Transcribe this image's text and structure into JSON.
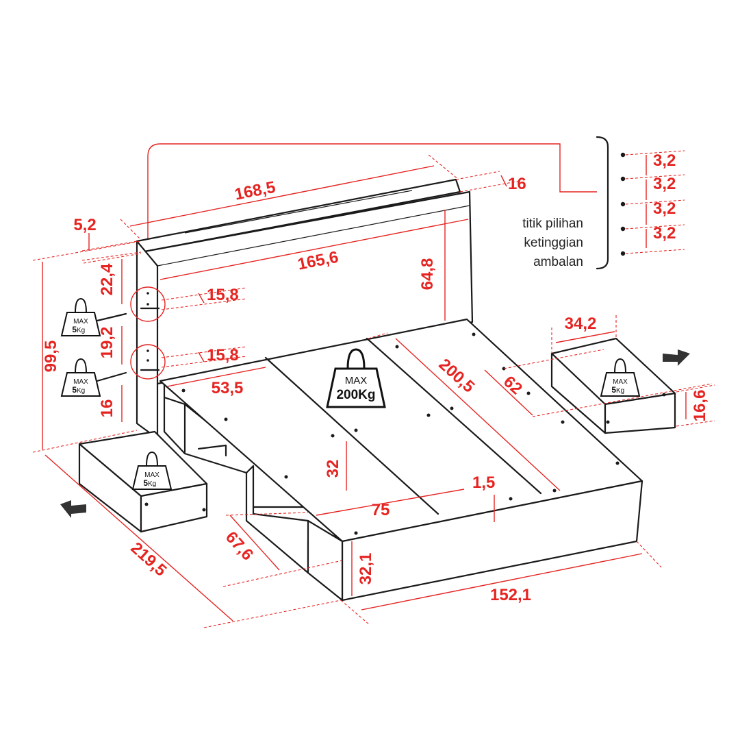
{
  "dimensions": {
    "headboard_total_width": "168,5",
    "headboard_inner_width": "165,6",
    "headboard_top_depth": "16",
    "headboard_panel_height": "64,8",
    "side_top_offset": "5,2",
    "shelf_top_height": "22,4",
    "shelf_mid_height": "19,2",
    "shelf_bottom_height": "16",
    "total_height": "99,5",
    "shelf_depth_upper": "15,8",
    "shelf_depth_lower": "15,8",
    "side_cabinet_length": "53,5",
    "bed_length": "200,5",
    "slat_offset": "62",
    "drawer_width": "34,2",
    "drawer_height": "16,6",
    "underbed_height": "32",
    "panel_gap": "1,5",
    "underbed_width": "75",
    "side_cabinet_depth": "67,6",
    "frame_height": "32,1",
    "total_length": "219,5",
    "total_width": "152,1",
    "hole_spacing": [
      "3,2",
      "3,2",
      "3,2",
      "3,2"
    ]
  },
  "notes": {
    "line1": "titik pilihan",
    "line2": "ketinggian",
    "line3": "ambalan"
  },
  "weights": {
    "max_label": "MAX",
    "small_value": "5",
    "small_unit": "Kg",
    "big_value": "200Kg"
  },
  "colors": {
    "dimension": "#e52421",
    "outline": "#1a1a1a",
    "ghost": "#c8c8c8"
  },
  "icons": [
    "weight-icon",
    "arrow-icon"
  ]
}
